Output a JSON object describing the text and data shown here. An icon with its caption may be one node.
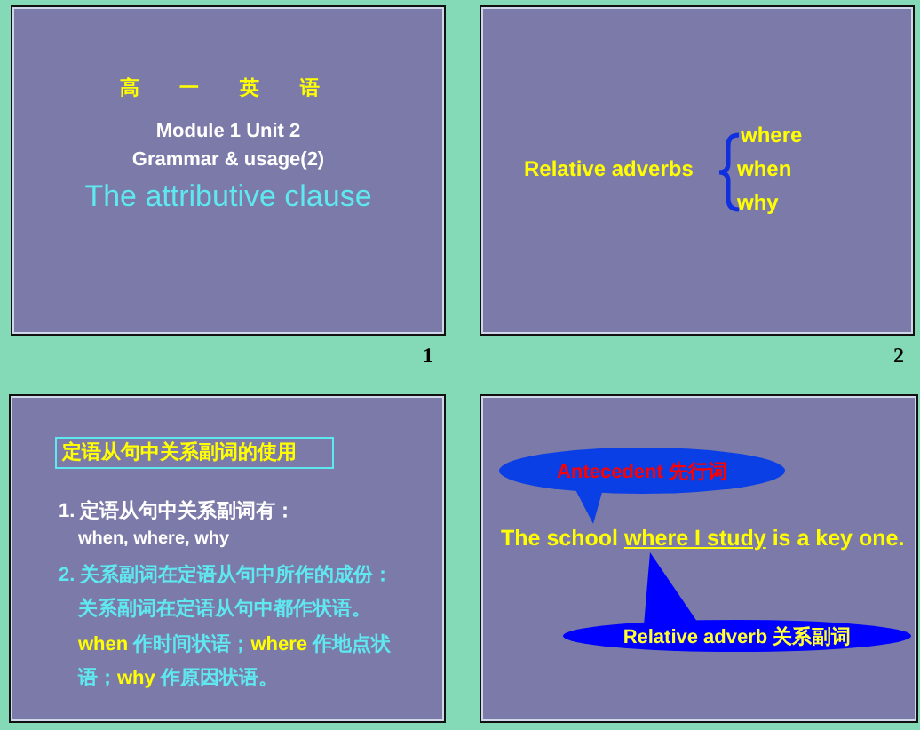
{
  "diagram": {
    "nodes": [
      {
        "text": [
          "高 一 英 语",
          "Module 1 Unit 2",
          "Grammar & usage(2)",
          "The attributive clause"
        ],
        "beside": [
          "1"
        ]
      },
      {
        "text": [
          "Relative adverbs",
          "where",
          "when",
          "why"
        ],
        "beside": [
          "2"
        ]
      },
      {
        "text": [
          "1. 定语从句中关系副词有：",
          "when, where, why",
          "2. 关系副词在定语从句中所作的成份：",
          "关系副词在定语从句中都作状语。",
          "**when** 作时间状语；**where** 作地点状语；**why** 作原因状语。"
        ]
      },
      {
        "text": [
          "定语从句中关系副词的使用"
        ],
        "in": 2
      },
      {
        "text": [],
        "shape": "box"
      },
      {
        "text": [
          "Antecedent 先行词"
        ],
        "in": 4
      },
      {
        "text": [
          "The school *where I study* is a key one."
        ],
        "in": 4
      },
      {
        "text": [
          "Relative adverb 关系副词"
        ],
        "in": 4
      }
    ],
    "edges": [
      {
        "from": 5,
        "to": 6,
        "arrow": "to"
      },
      {
        "from": 7,
        "to": 6,
        "arrow": "to"
      }
    ]
  }
}
